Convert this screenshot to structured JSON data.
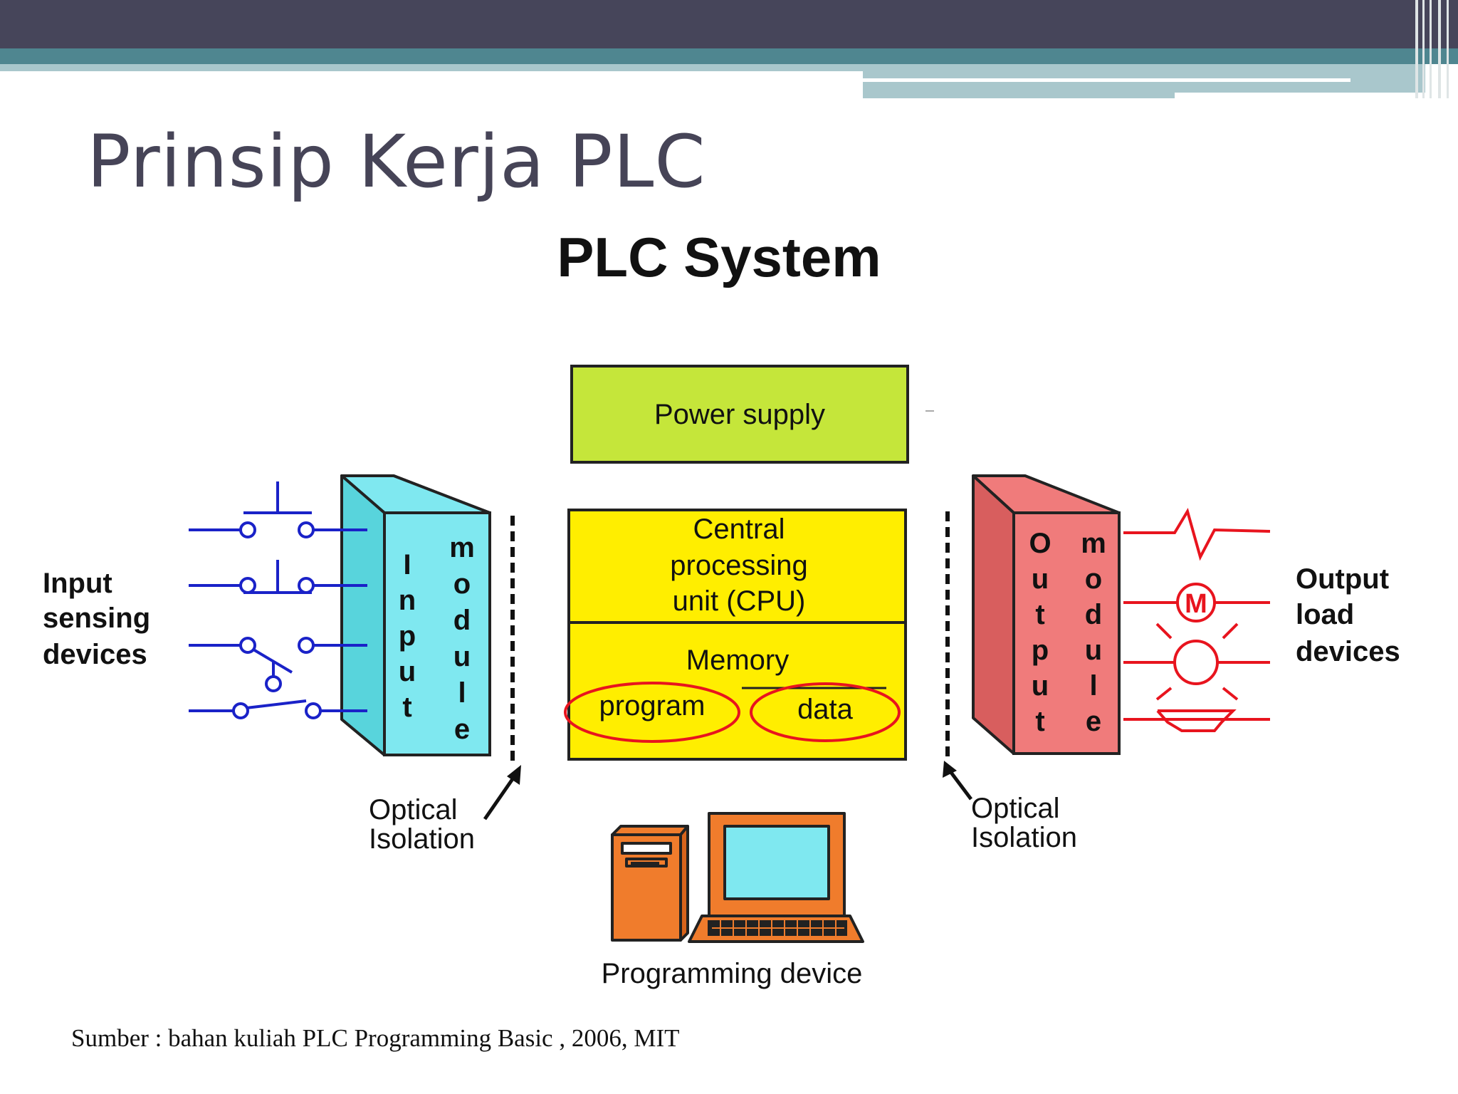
{
  "slide": {
    "title": "Prinsip Kerja PLC",
    "source": "Sumber : bahan kuliah PLC Programming Basic , 2006, MIT"
  },
  "diagram": {
    "title": "PLC System",
    "power_supply": "Power supply",
    "cpu": [
      "Central",
      "processing",
      "unit (CPU)"
    ],
    "memory": "Memory",
    "memory_program": "program",
    "memory_data": "data",
    "input_module_word1": "Input",
    "input_module_word2": "module",
    "output_module_word1": "Output",
    "output_module_word2": "module",
    "input_devices": [
      "Input",
      "sensing",
      "devices"
    ],
    "output_devices": [
      "Output",
      "load",
      "devices"
    ],
    "optical_isolation": [
      "Optical",
      "Isolation"
    ],
    "programming_device": "Programming device",
    "motor_symbol": "M"
  },
  "colors": {
    "header_bar": "#46455a",
    "header_accent": "#4f8690",
    "power_supply": "#c5e63a",
    "cpu": "#ffee00",
    "input_module": "#7fe8f0",
    "output_module": "#f07b7b",
    "input_wiring": "#1a22c8",
    "output_wiring": "#e8141e",
    "computer": "#f07c2c",
    "screen": "#7fe8f0"
  }
}
